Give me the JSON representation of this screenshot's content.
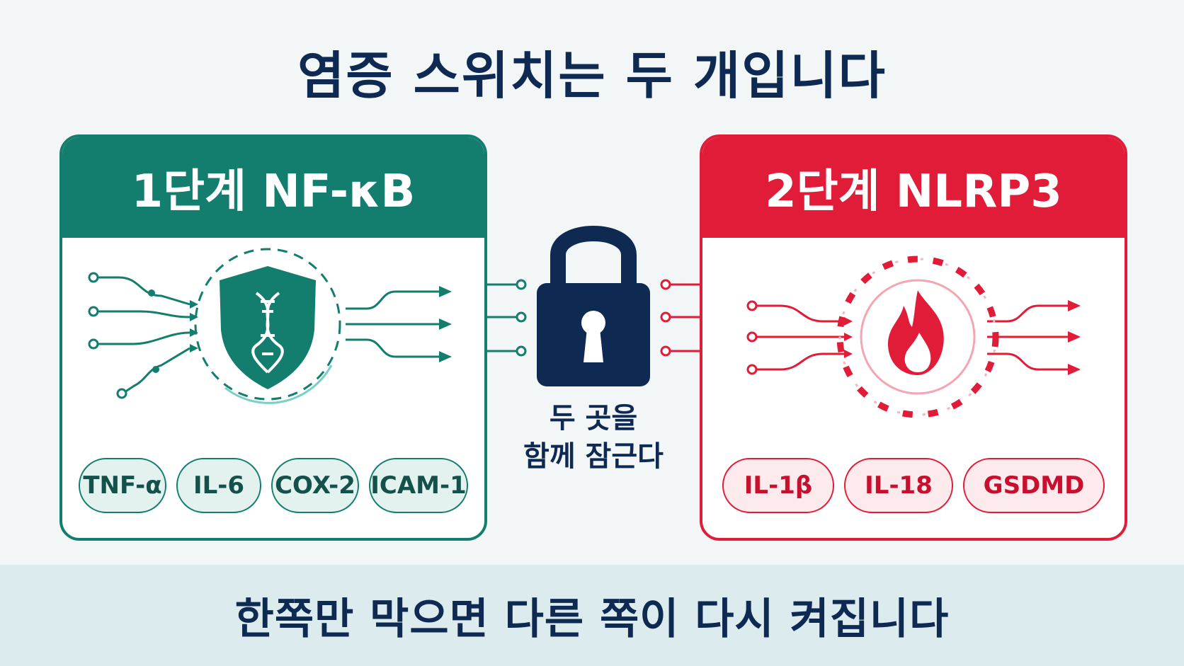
{
  "title": "염증 스위치는 두 개입니다",
  "left_panel": {
    "header": "1단계 NF-κB",
    "color": "#137d6e",
    "icon": "dna-shield-icon",
    "pills": [
      "TNF-α",
      "IL-6",
      "COX-2",
      "ICAM-1"
    ]
  },
  "center": {
    "icon": "padlock-icon",
    "line1": "두 곳을",
    "line2": "함께 잠근다"
  },
  "right_panel": {
    "header": "2단계 NLRP3",
    "color": "#e01c39",
    "icon": "flame-icon",
    "pills": [
      "IL-1β",
      "IL-18",
      "GSDMD"
    ]
  },
  "footer": "한쪽만 막으면 다른 쪽이 다시 켜집니다"
}
